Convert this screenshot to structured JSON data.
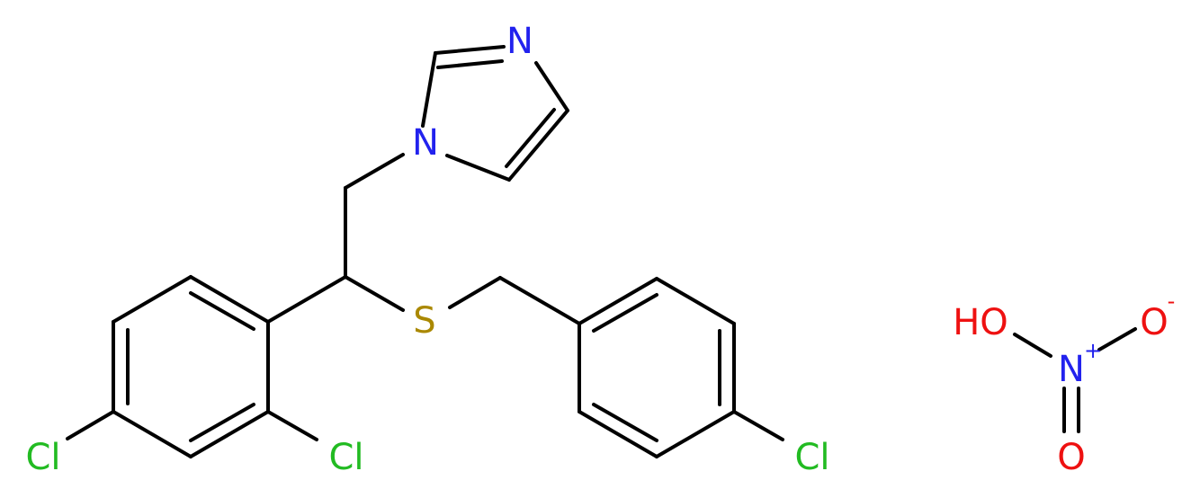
{
  "colors": {
    "bond": "#000000",
    "nitrogen": "#2222ee",
    "chlorine": "#22bb22",
    "sulfur": "#aa8800",
    "oxygen": "#ee1111",
    "background": "#ffffff"
  },
  "labels": {
    "imidazole_n3": "N",
    "imidazole_n1": "N",
    "sulfur": "S",
    "cl_para_ring1": "Cl",
    "cl_ortho_ring1": "Cl",
    "cl_para_ring2": "Cl",
    "nitrate_ho": "HO",
    "nitrate_o_minus": "O",
    "nitrate_minus_charge": "-",
    "nitrate_n": "N",
    "nitrate_plus_charge": "+",
    "nitrate_o_double": "O"
  }
}
